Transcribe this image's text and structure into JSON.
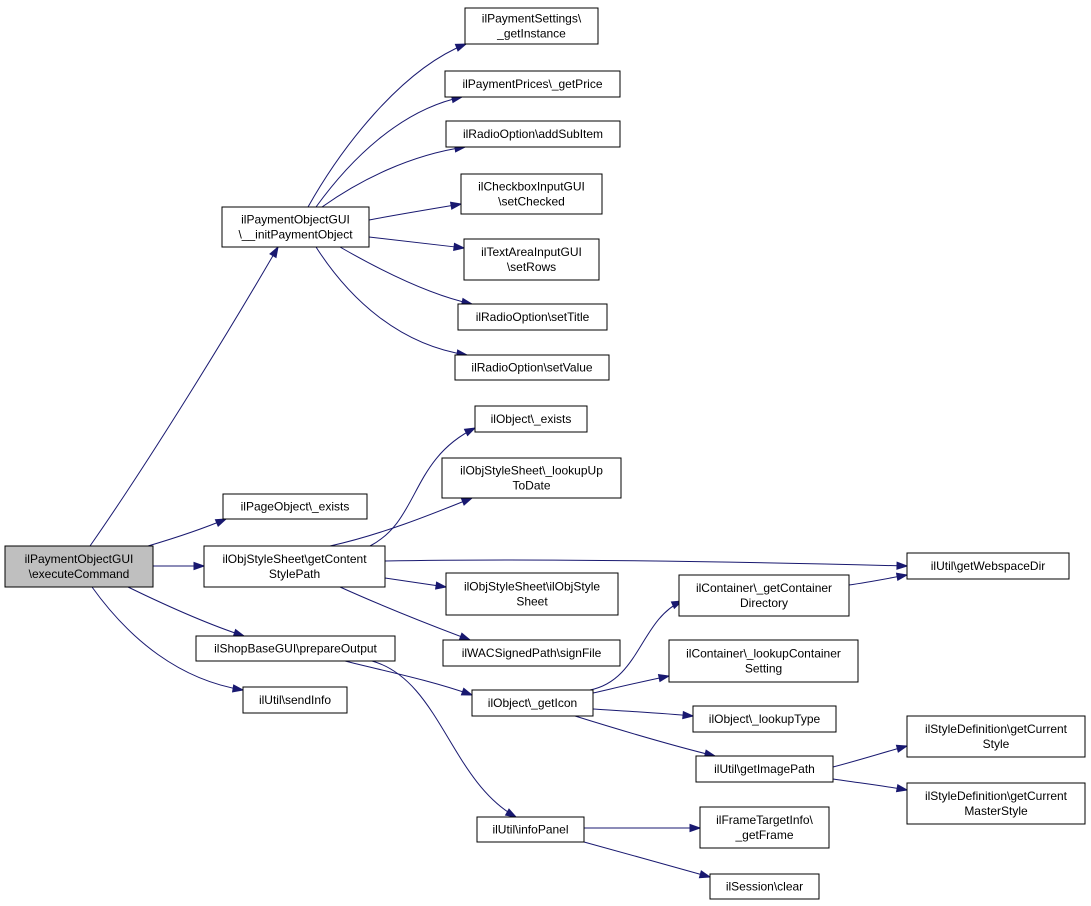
{
  "nodes": {
    "executeCommand": [
      "ilPaymentObjectGUI",
      "\\executeCommand"
    ],
    "initPaymentObject": [
      "ilPaymentObjectGUI",
      "\\__initPaymentObject"
    ],
    "pageObjectExists": [
      "ilPageObject\\_exists"
    ],
    "getContentStylePath": [
      "ilObjStyleSheet\\getContent",
      "StylePath"
    ],
    "prepareOutput": [
      "ilShopBaseGUI\\prepareOutput"
    ],
    "sendInfo": [
      "ilUtil\\sendInfo"
    ],
    "paymentSettingsGetInstance": [
      "ilPaymentSettings\\",
      "_getInstance"
    ],
    "paymentPricesGetPrice": [
      "ilPaymentPrices\\_getPrice"
    ],
    "radioOptionAddSubItem": [
      "ilRadioOption\\addSubItem"
    ],
    "checkboxSetChecked": [
      "ilCheckboxInputGUI",
      "\\setChecked"
    ],
    "textAreaSetRows": [
      "ilTextAreaInputGUI",
      "\\setRows"
    ],
    "radioOptionSetTitle": [
      "ilRadioOption\\setTitle"
    ],
    "radioOptionSetValue": [
      "ilRadioOption\\setValue"
    ],
    "objectExists": [
      "ilObject\\_exists"
    ],
    "lookupUpToDate": [
      "ilObjStyleSheet\\_lookupUp",
      "ToDate"
    ],
    "getWebspaceDir": [
      "ilUtil\\getWebspaceDir"
    ],
    "objStyleSheetCtor": [
      "ilObjStyleSheet\\ilObjStyle",
      "Sheet"
    ],
    "signFile": [
      "ilWACSignedPath\\signFile"
    ],
    "getContainerDirectory": [
      "ilContainer\\_getContainer",
      "Directory"
    ],
    "lookupContainerSetting": [
      "ilContainer\\_lookupContainer",
      "Setting"
    ],
    "objectGetIcon": [
      "ilObject\\_getIcon"
    ],
    "objectLookupType": [
      "ilObject\\_lookupType"
    ],
    "getImagePath": [
      "ilUtil\\getImagePath"
    ],
    "getCurrentStyle": [
      "ilStyleDefinition\\getCurrent",
      "Style"
    ],
    "getCurrentMasterStyle": [
      "ilStyleDefinition\\getCurrent",
      "MasterStyle"
    ],
    "infoPanel": [
      "ilUtil\\infoPanel"
    ],
    "frameTargetGetFrame": [
      "ilFrameTargetInfo\\",
      "_getFrame"
    ],
    "sessionClear": [
      "ilSession\\clear"
    ]
  },
  "edges": [
    [
      "executeCommand",
      "initPaymentObject"
    ],
    [
      "executeCommand",
      "pageObjectExists"
    ],
    [
      "executeCommand",
      "getContentStylePath"
    ],
    [
      "executeCommand",
      "prepareOutput"
    ],
    [
      "executeCommand",
      "sendInfo"
    ],
    [
      "initPaymentObject",
      "paymentSettingsGetInstance"
    ],
    [
      "initPaymentObject",
      "paymentPricesGetPrice"
    ],
    [
      "initPaymentObject",
      "radioOptionAddSubItem"
    ],
    [
      "initPaymentObject",
      "checkboxSetChecked"
    ],
    [
      "initPaymentObject",
      "textAreaSetRows"
    ],
    [
      "initPaymentObject",
      "radioOptionSetTitle"
    ],
    [
      "initPaymentObject",
      "radioOptionSetValue"
    ],
    [
      "getContentStylePath",
      "objectExists"
    ],
    [
      "getContentStylePath",
      "lookupUpToDate"
    ],
    [
      "getContentStylePath",
      "getWebspaceDir"
    ],
    [
      "getContentStylePath",
      "objStyleSheetCtor"
    ],
    [
      "getContentStylePath",
      "signFile"
    ],
    [
      "prepareOutput",
      "objectGetIcon"
    ],
    [
      "prepareOutput",
      "infoPanel"
    ],
    [
      "getContainerDirectory",
      "getWebspaceDir"
    ],
    [
      "objectGetIcon",
      "getContainerDirectory"
    ],
    [
      "objectGetIcon",
      "lookupContainerSetting"
    ],
    [
      "objectGetIcon",
      "objectLookupType"
    ],
    [
      "objectGetIcon",
      "getImagePath"
    ],
    [
      "getImagePath",
      "getCurrentStyle"
    ],
    [
      "getImagePath",
      "getCurrentMasterStyle"
    ],
    [
      "infoPanel",
      "frameTargetGetFrame"
    ],
    [
      "infoPanel",
      "sessionClear"
    ]
  ],
  "colors": {
    "edge": "#191970",
    "root_fill": "#bfbfbf",
    "node_fill": "#ffffff",
    "node_border": "#000000"
  }
}
